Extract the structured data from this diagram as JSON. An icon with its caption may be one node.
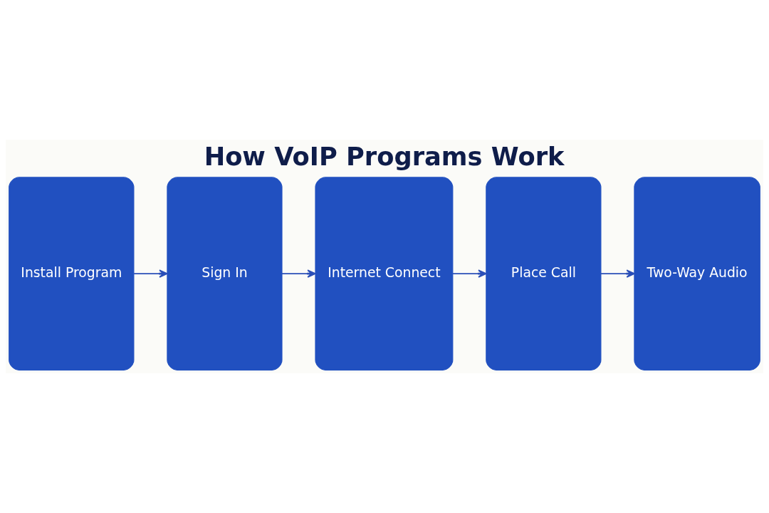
{
  "diagram": {
    "title": "How VoIP Programs Work",
    "nodes": [
      {
        "text": [
          "Install Program"
        ]
      },
      {
        "text": [
          "Sign In"
        ]
      },
      {
        "text": [
          "Internet Connect"
        ]
      },
      {
        "text": [
          "Place Call"
        ]
      },
      {
        "text": [
          "Two-Way Audio"
        ]
      }
    ],
    "edges": [
      {
        "from": 0,
        "to": 1,
        "arrow": "to"
      },
      {
        "from": 1,
        "to": 2,
        "arrow": "to"
      },
      {
        "from": 2,
        "to": 3,
        "arrow": "to"
      },
      {
        "from": 3,
        "to": 4,
        "arrow": "to"
      }
    ]
  }
}
